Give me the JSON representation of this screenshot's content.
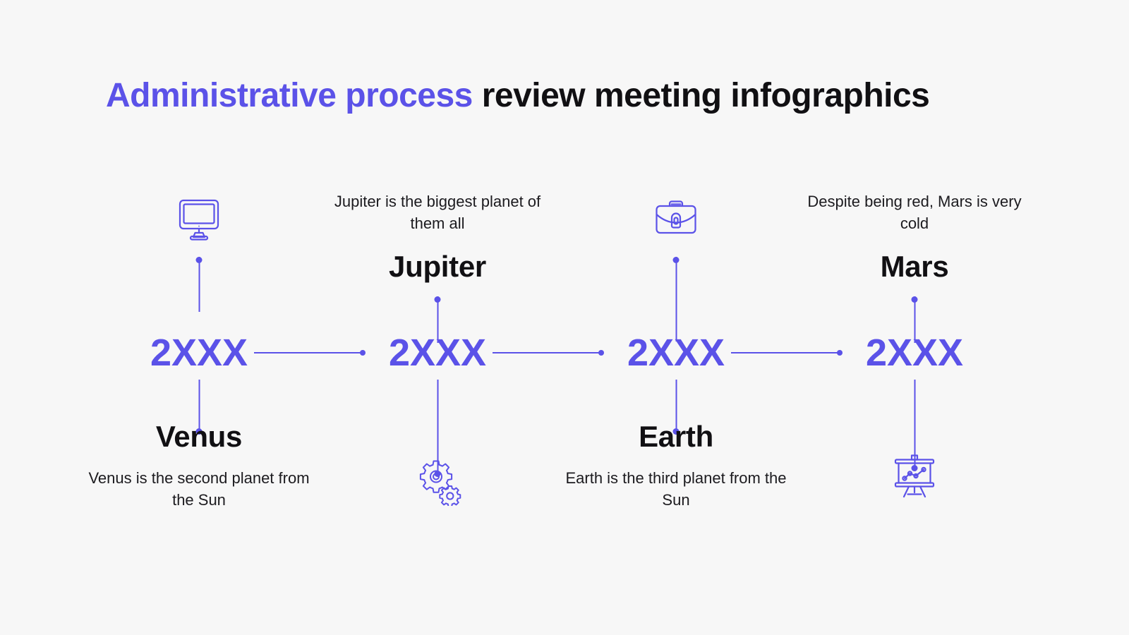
{
  "theme": {
    "background": "#f7f7f7",
    "accent": "#5b52e8",
    "text": "#111013"
  },
  "title": {
    "accent_part": "Administrative process",
    "plain_part": " review meeting infographics"
  },
  "timeline": {
    "items": [
      {
        "year": "2XXX",
        "heading": "Venus",
        "description": "Venus is the second planet from the Sun",
        "icon": "monitor-icon",
        "layout": "icon-top"
      },
      {
        "year": "2XXX",
        "heading": "Jupiter",
        "description": "Jupiter is the biggest planet of them all",
        "icon": "gears-icon",
        "layout": "icon-bottom"
      },
      {
        "year": "2XXX",
        "heading": "Earth",
        "description": "Earth is the third planet from the Sun",
        "icon": "briefcase-icon",
        "layout": "icon-top"
      },
      {
        "year": "2XXX",
        "heading": "Mars",
        "description": "Despite being red, Mars is very cold",
        "icon": "presentation-chart-icon",
        "layout": "icon-bottom"
      }
    ]
  }
}
